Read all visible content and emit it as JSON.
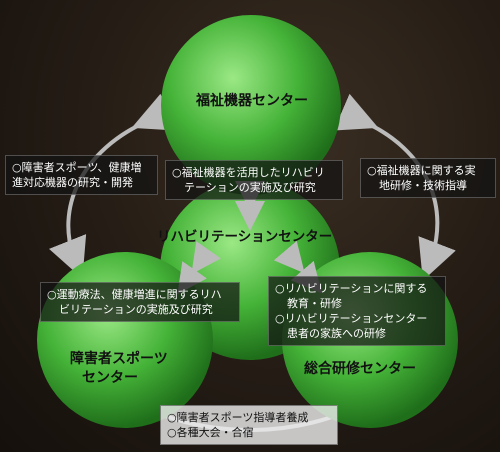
{
  "nodes": {
    "fukushi": "福祉機器センター",
    "rehab": "リハビリテーションセンター",
    "sports": [
      "障害者スポーツ",
      "センター"
    ],
    "kenshu": "総合研修センター"
  },
  "boxes": {
    "top_left": [
      "○障害者スポーツ、健康増",
      "進対応機器の研究・開発"
    ],
    "top_center": [
      "○福祉機器を活用したリハビリ",
      "テーションの実施及び研究"
    ],
    "top_right": [
      "○福祉機器に関する実",
      "地研修・技術指導"
    ],
    "mid_left": [
      "○運動療法、健康増進に関するリハ",
      "ビリテーションの実施及び研究"
    ],
    "mid_right": [
      "○リハビリテーションに関する",
      "教育・研修",
      "○リハビリテーションセンター",
      "患者の家族への研修"
    ],
    "bottom": [
      "○障害者スポーツ指導者養成",
      "○各種大会・合宿"
    ]
  },
  "colors": {
    "sphere_light": "#8fe07a",
    "sphere_mid": "#3fae32",
    "sphere_dark": "#1f6e1a"
  }
}
